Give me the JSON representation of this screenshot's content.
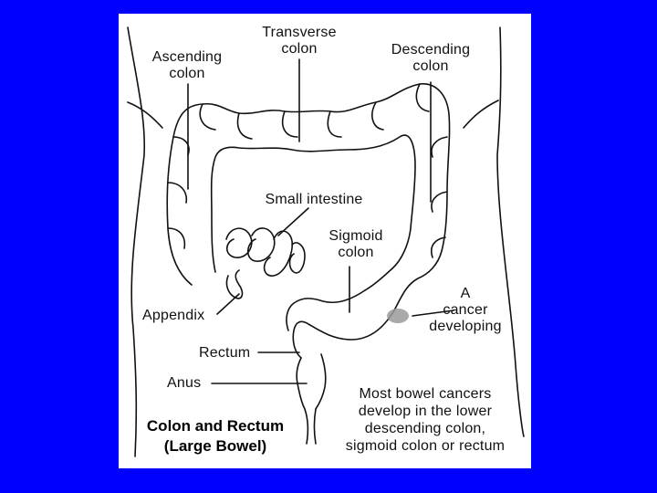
{
  "labels": {
    "transverse": [
      "Transverse",
      "colon"
    ],
    "ascending": [
      "Ascending",
      "colon"
    ],
    "descending": [
      "Descending",
      "colon"
    ],
    "small_intestine": "Small intestine",
    "sigmoid": [
      "Sigmoid",
      "colon"
    ],
    "appendix": "Appendix",
    "cancer": [
      "A",
      "cancer",
      "developing"
    ],
    "rectum": "Rectum",
    "anus": "Anus"
  },
  "title": [
    "Colon and Rectum",
    "(Large Bowel)"
  ],
  "note": [
    "Most bowel cancers",
    "develop in the lower",
    "descending colon,",
    "sigmoid colon or rectum"
  ],
  "colors": {
    "background": "#0000ff",
    "panel": "#ffffff",
    "ink": "#111111",
    "tumor": "#9a9a9a"
  }
}
